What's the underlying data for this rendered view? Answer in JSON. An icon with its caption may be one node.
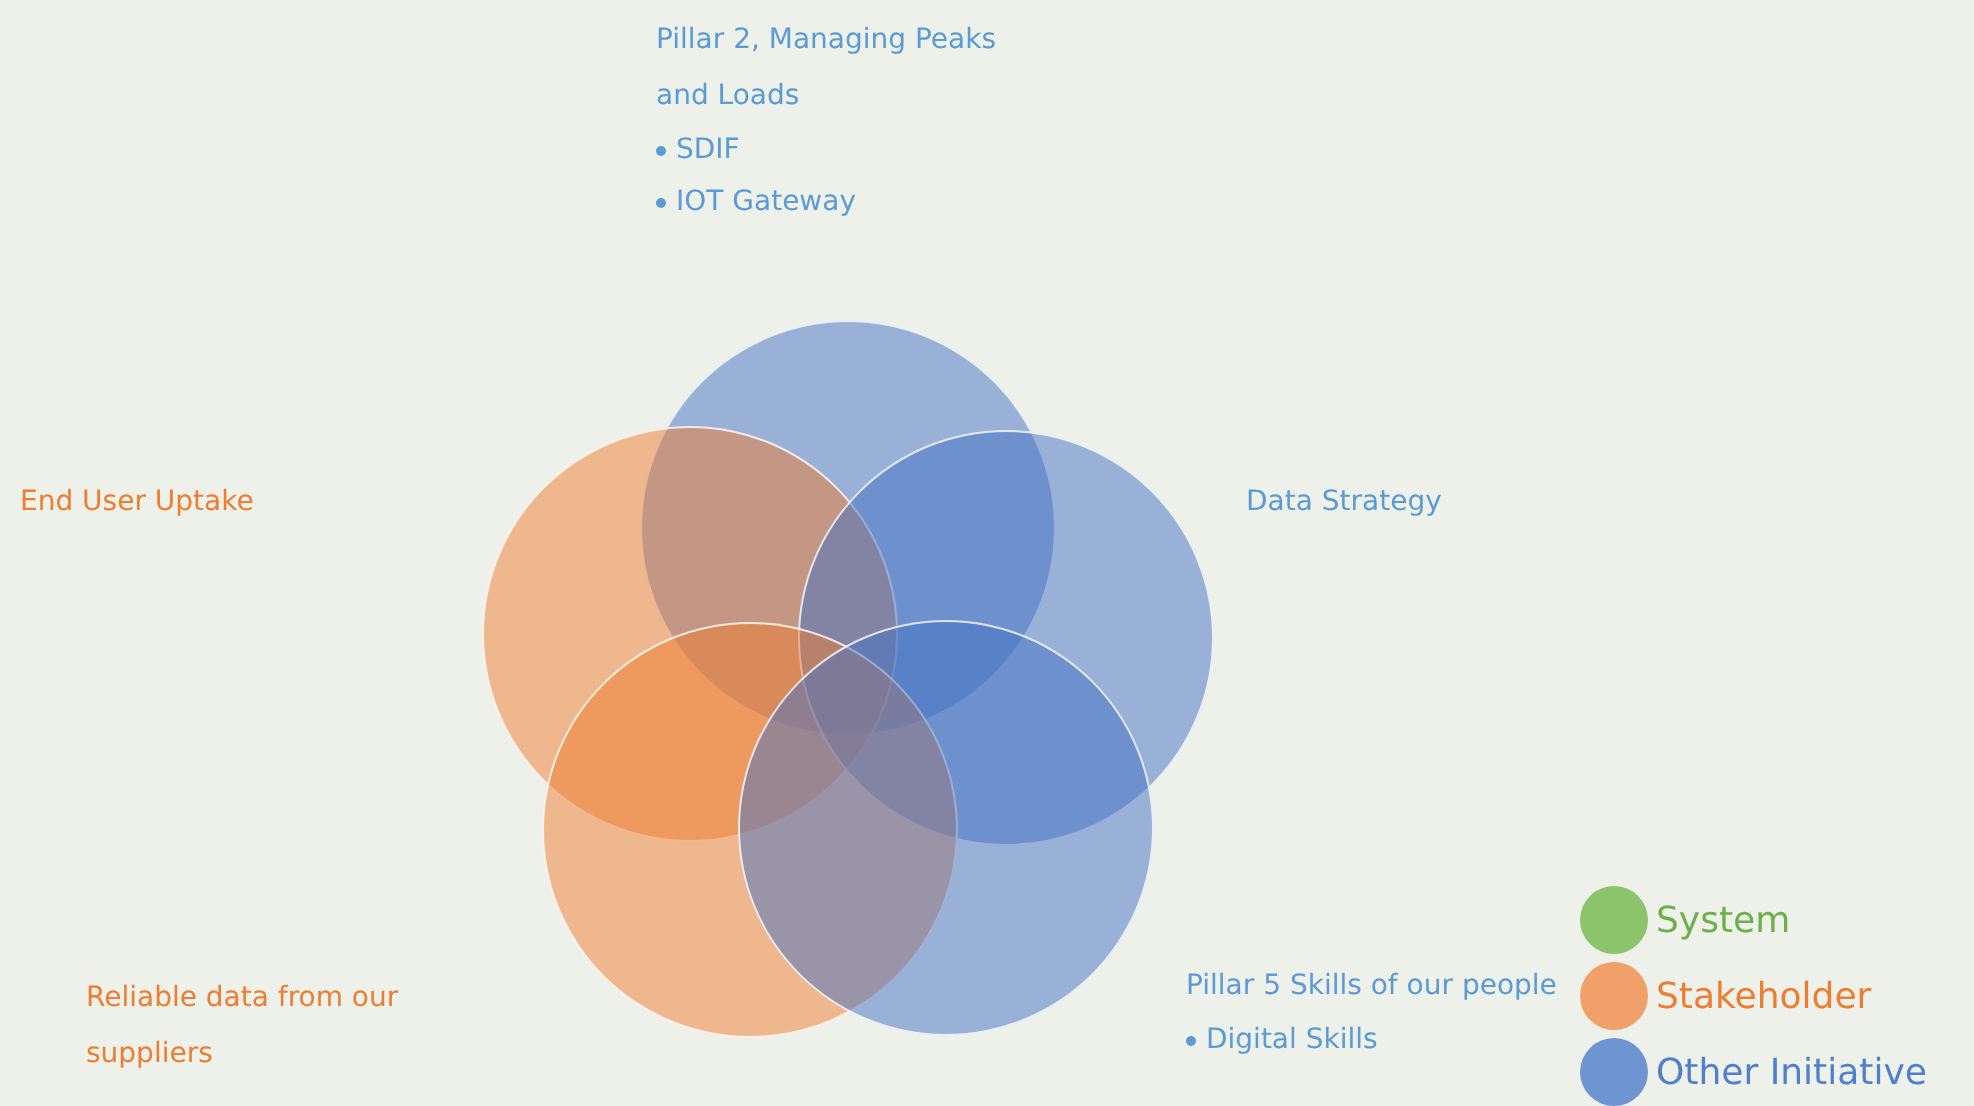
{
  "diagram": {
    "nodes": [
      {
        "text": [],
        "shape": "circle",
        "beside": [
          "Pillar 2, Managing Peaks and Loads",
          "SDIF",
          "IOT Gateway"
        ]
      },
      {
        "text": [],
        "shape": "circle"
      },
      {
        "text": [],
        "shape": "circle",
        "beside": [
          "Data Strategy"
        ]
      },
      {
        "text": [],
        "shape": "circle"
      },
      {
        "text": [],
        "shape": "circle",
        "beside": [
          "Pillar 5 Skills of our people",
          "Digital Skills"
        ]
      }
    ],
    "edges": [],
    "labels": [
      "End User Uptake",
      "Reliable data from our suppliers"
    ],
    "legend": [
      {
        "text": "System",
        "color": "#8cc46c"
      },
      {
        "text": "Stakeholder",
        "color": "#f0a068"
      },
      {
        "text": "Other Initiative",
        "color": "#6f94d2"
      }
    ]
  }
}
